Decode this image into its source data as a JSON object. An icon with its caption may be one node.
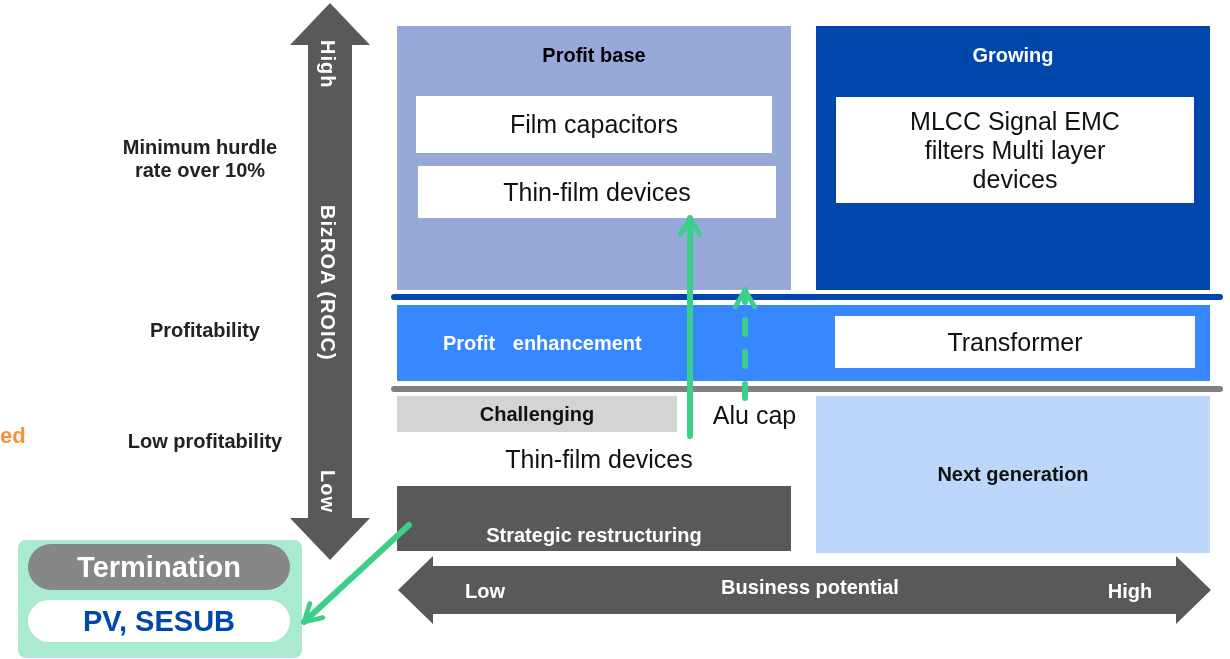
{
  "diagram": {
    "nodes": [
      {
        "text": [
          "Profit base"
        ]
      },
      {
        "text": [
          "Film capacitors"
        ],
        "in": 0
      },
      {
        "text": [
          "Thin-film devices"
        ],
        "in": 0
      },
      {
        "text": [
          "Growing"
        ]
      },
      {
        "text": [
          "MLCC Signal EMC filters Multi layer devices"
        ],
        "in": 3
      },
      {
        "text": [
          "Profit enhancement"
        ]
      },
      {
        "text": [
          "Transformer"
        ],
        "in": 5
      },
      {
        "text": [
          "Challenging"
        ]
      },
      {
        "text": [
          "Thin-film devices"
        ]
      },
      {
        "text": [
          "Alu cap"
        ]
      },
      {
        "text": [
          "Strategic restructuring"
        ]
      },
      {
        "text": [
          "Next generation"
        ]
      },
      {
        "text": [],
        "shape": "box"
      },
      {
        "text": [
          "Termination"
        ],
        "in": 12
      },
      {
        "text": [
          "PV, SESUB"
        ],
        "in": 12
      }
    ],
    "edges": [
      {
        "from": 8,
        "to": 2,
        "arrow": "to"
      },
      {
        "from": 9,
        "to": 0,
        "arrow": "to",
        "style": "dashed"
      },
      {
        "from": 10,
        "to": 12,
        "arrow": "to"
      }
    ],
    "labels": [
      "Minimum hurdle rate over 10%",
      "Profitability",
      "Low profitability",
      "ed",
      "High",
      "BizROA (ROIC)",
      "Low",
      "Low",
      "Business potential",
      "High"
    ]
  }
}
